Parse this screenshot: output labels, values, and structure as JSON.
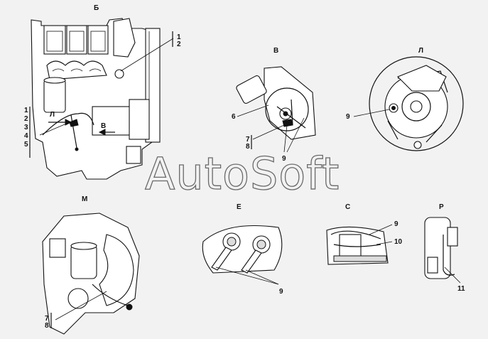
{
  "views": {
    "b": {
      "title": "Б",
      "callouts": [
        "1",
        "2",
        "3",
        "4",
        "5"
      ],
      "arrow_l": "Л",
      "arrow_v": "В"
    },
    "v": {
      "title": "В",
      "callouts": [
        "6",
        "7",
        "8",
        "9"
      ]
    },
    "l": {
      "title": "Л",
      "callouts": [
        "9"
      ]
    },
    "m": {
      "title": "М",
      "callouts": [
        "7",
        "8"
      ]
    },
    "e": {
      "title": "Е",
      "callouts": [
        "9"
      ]
    },
    "s": {
      "title": "С",
      "callouts": [
        "9",
        "10"
      ]
    },
    "r": {
      "title": "Р",
      "callouts": [
        "11"
      ]
    }
  },
  "watermark": "AutoSoft",
  "colors": {
    "line": "#111111",
    "background": "#f2f2f2",
    "watermark": "#6a6a6a"
  }
}
